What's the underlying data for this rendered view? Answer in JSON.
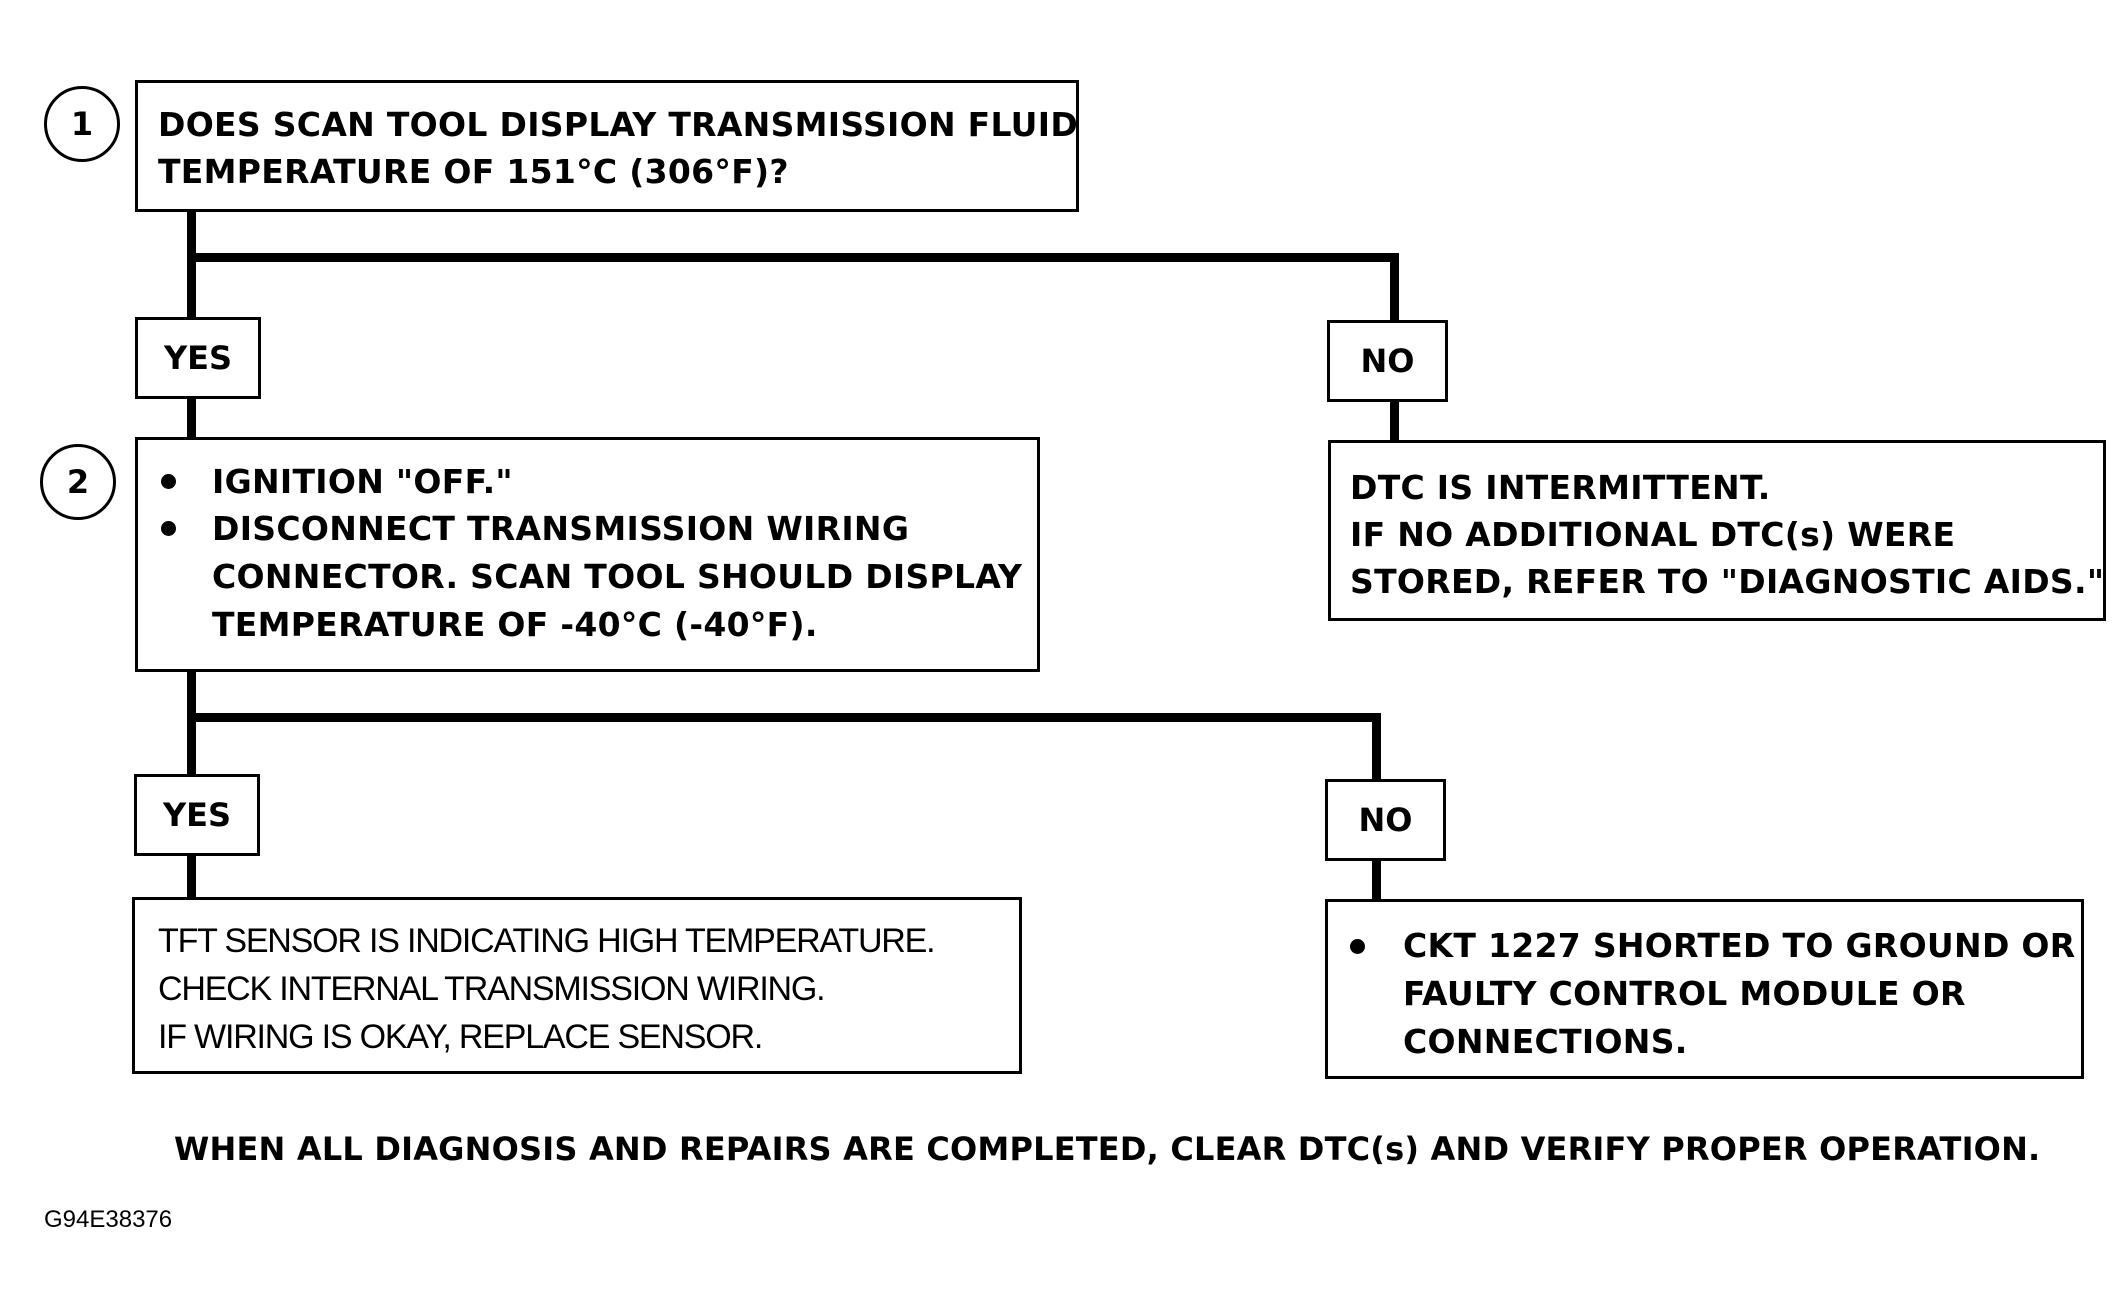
{
  "steps": [
    {
      "number": "1",
      "lines": [
        "DOES SCAN TOOL DISPLAY TRANSMISSION FLUID",
        "TEMPERATURE OF 151°C (306°F)?"
      ]
    },
    {
      "number": "2",
      "bullets": [
        {
          "lines": [
            "IGNITION \"OFF.\""
          ]
        },
        {
          "lines": [
            "DISCONNECT TRANSMISSION WIRING",
            "CONNECTOR.  SCAN TOOL SHOULD DISPLAY",
            "TEMPERATURE OF -40°C (-40°F)."
          ]
        }
      ]
    }
  ],
  "branch_labels": {
    "yes": "YES",
    "no": "NO"
  },
  "outcomes": {
    "step1_no": [
      "DTC IS INTERMITTENT.",
      "IF NO ADDITIONAL DTC(s) WERE",
      "STORED, REFER TO \"DIAGNOSTIC AIDS.\""
    ],
    "step2_yes": [
      "TFT SENSOR IS INDICATING HIGH TEMPERATURE.",
      "CHECK INTERNAL TRANSMISSION WIRING.",
      "IF WIRING IS OKAY, REPLACE SENSOR."
    ],
    "step2_no": [
      "CKT 1227 SHORTED TO GROUND OR",
      "FAULTY CONTROL MODULE OR",
      "CONNECTIONS."
    ]
  },
  "footer": "WHEN ALL DIAGNOSIS AND REPAIRS ARE COMPLETED, CLEAR DTC(s) AND VERIFY PROPER OPERATION.",
  "figure_id": "G94E38376"
}
